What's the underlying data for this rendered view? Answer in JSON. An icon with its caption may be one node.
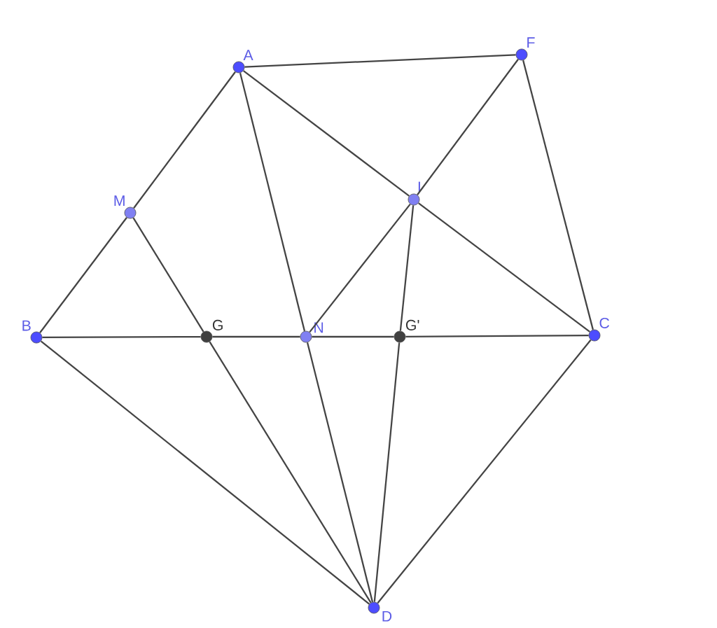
{
  "diagram": {
    "nodes": [
      {
        "text": [
          "A"
        ]
      },
      {
        "text": [
          "F"
        ]
      },
      {
        "text": [
          "M"
        ]
      },
      {
        "text": [
          "I"
        ]
      },
      {
        "text": [
          "B"
        ]
      },
      {
        "text": [
          "G"
        ]
      },
      {
        "text": [
          "N"
        ]
      },
      {
        "text": [
          "G'"
        ]
      },
      {
        "text": [
          "C"
        ]
      },
      {
        "text": [
          "D"
        ]
      }
    ],
    "edges": [
      {
        "from": 0,
        "to": 1,
        "arrow": "none"
      },
      {
        "from": 0,
        "to": 2,
        "arrow": "none"
      },
      {
        "from": 2,
        "to": 4,
        "arrow": "none"
      },
      {
        "from": 0,
        "to": 6,
        "arrow": "none"
      },
      {
        "from": 0,
        "to": 3,
        "arrow": "none"
      },
      {
        "from": 3,
        "to": 8,
        "arrow": "none"
      },
      {
        "from": 1,
        "to": 3,
        "arrow": "none"
      },
      {
        "from": 3,
        "to": 6,
        "arrow": "none"
      },
      {
        "from": 1,
        "to": 8,
        "arrow": "none"
      },
      {
        "from": 2,
        "to": 5,
        "arrow": "none"
      },
      {
        "from": 3,
        "to": 7,
        "arrow": "none"
      },
      {
        "from": 4,
        "to": 5,
        "arrow": "none"
      },
      {
        "from": 5,
        "to": 6,
        "arrow": "none"
      },
      {
        "from": 6,
        "to": 7,
        "arrow": "none"
      },
      {
        "from": 7,
        "to": 8,
        "arrow": "none"
      },
      {
        "from": 4,
        "to": 9,
        "arrow": "none"
      },
      {
        "from": 5,
        "to": 9,
        "arrow": "none"
      },
      {
        "from": 6,
        "to": 9,
        "arrow": "none"
      },
      {
        "from": 7,
        "to": 9,
        "arrow": "none"
      },
      {
        "from": 8,
        "to": 9,
        "arrow": "none"
      }
    ]
  }
}
